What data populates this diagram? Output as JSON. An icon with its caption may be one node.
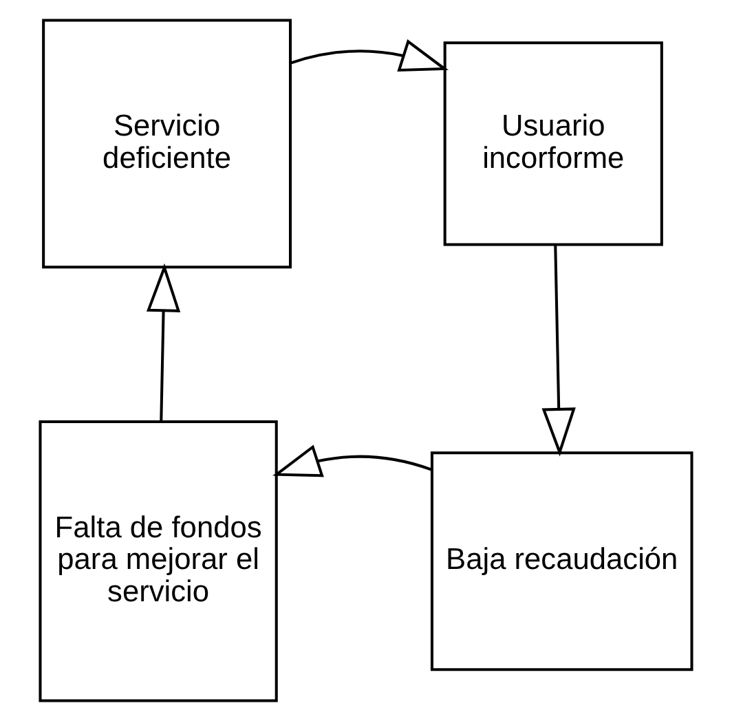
{
  "diagram": {
    "nodes": [
      {
        "text": [
          "Servicio deficiente"
        ]
      },
      {
        "text": [
          "Usuario incorforme"
        ]
      },
      {
        "text": [
          "Baja recaudación"
        ]
      },
      {
        "text": [
          "Falta de fondos para mejorar el servicio"
        ]
      }
    ],
    "edges": [
      {
        "from": 0,
        "to": 1,
        "arrow": "to"
      },
      {
        "from": 1,
        "to": 2,
        "arrow": "to"
      },
      {
        "from": 2,
        "to": 3,
        "arrow": "to"
      },
      {
        "from": 3,
        "to": 0,
        "arrow": "to"
      }
    ]
  }
}
